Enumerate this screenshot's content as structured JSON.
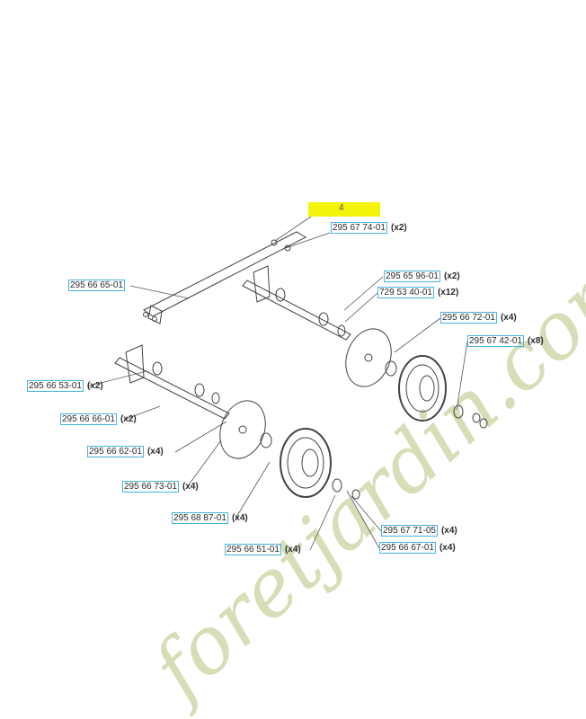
{
  "highlight": {
    "text": "4",
    "color": "#f4f40a"
  },
  "link_color": "#48b4dc",
  "watermark": {
    "text": "foretjardin.com",
    "color": "#c8d4a0",
    "accent_color": "#e8c39a"
  },
  "parts": [
    {
      "num": "295 67 74-01",
      "qty": "(x2)"
    },
    {
      "num": "295 66 65-01",
      "qty": ""
    },
    {
      "num": "295 65 96-01",
      "qty": "(x2)"
    },
    {
      "num": "729 53 40-01",
      "qty": "(x12)"
    },
    {
      "num": "295 66 72-01",
      "qty": "(x4)"
    },
    {
      "num": "295 67 42-01",
      "qty": "(x8)"
    },
    {
      "num": "295 66 53-01",
      "qty": "(x2)"
    },
    {
      "num": "295 66 66-01",
      "qty": "(x2)"
    },
    {
      "num": "295 66 62-01",
      "qty": "(x4)"
    },
    {
      "num": "295 66 73-01",
      "qty": "(x4)"
    },
    {
      "num": "295 68 87-01",
      "qty": "(x4)"
    },
    {
      "num": "295 67 71-05",
      "qty": "(x4)"
    },
    {
      "num": "295 66 67-01",
      "qty": "(x4)"
    },
    {
      "num": "295 66 51-01",
      "qty": "(x4)"
    }
  ]
}
